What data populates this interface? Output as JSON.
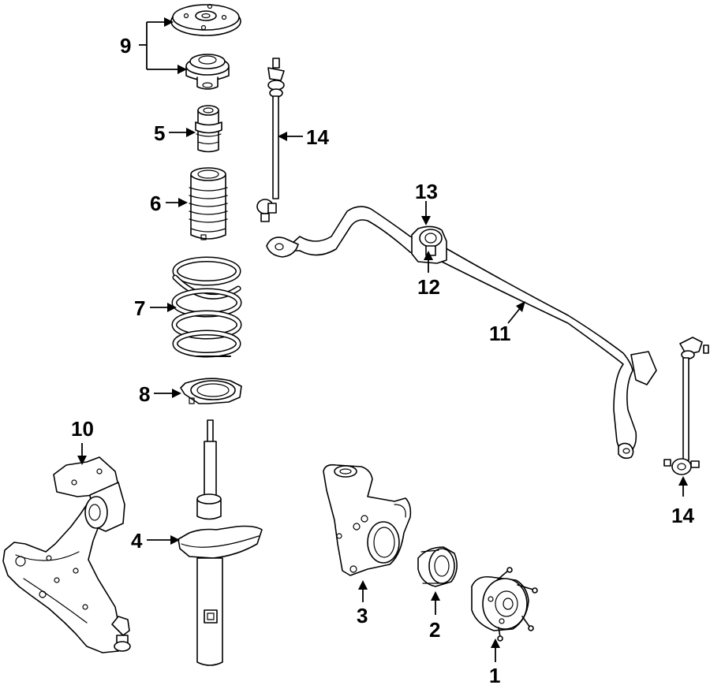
{
  "callouts": {
    "c1": "1",
    "c2": "2",
    "c3": "3",
    "c4": "4",
    "c5": "5",
    "c6": "6",
    "c7": "7",
    "c8": "8",
    "c9": "9",
    "c10": "10",
    "c11": "11",
    "c12": "12",
    "c13": "13",
    "c14a": "14",
    "c14b": "14"
  },
  "parts": [
    {
      "callout": "1",
      "icon": "wheel-hub-icon"
    },
    {
      "callout": "2",
      "icon": "wheel-bearing-icon"
    },
    {
      "callout": "3",
      "icon": "steering-knuckle-icon"
    },
    {
      "callout": "4",
      "icon": "strut-icon"
    },
    {
      "callout": "5",
      "icon": "bump-stop-icon"
    },
    {
      "callout": "6",
      "icon": "dust-boot-icon"
    },
    {
      "callout": "7",
      "icon": "coil-spring-icon"
    },
    {
      "callout": "8",
      "icon": "spring-seat-icon"
    },
    {
      "callout": "9",
      "icon": "strut-mount-icon"
    },
    {
      "callout": "10",
      "icon": "control-arm-icon"
    },
    {
      "callout": "11",
      "icon": "stabilizer-bar-icon"
    },
    {
      "callout": "12",
      "icon": "bushing-icon"
    },
    {
      "callout": "13",
      "icon": "bushing-bracket-icon"
    },
    {
      "callout": "14",
      "icon": "stabilizer-link-icon"
    }
  ]
}
